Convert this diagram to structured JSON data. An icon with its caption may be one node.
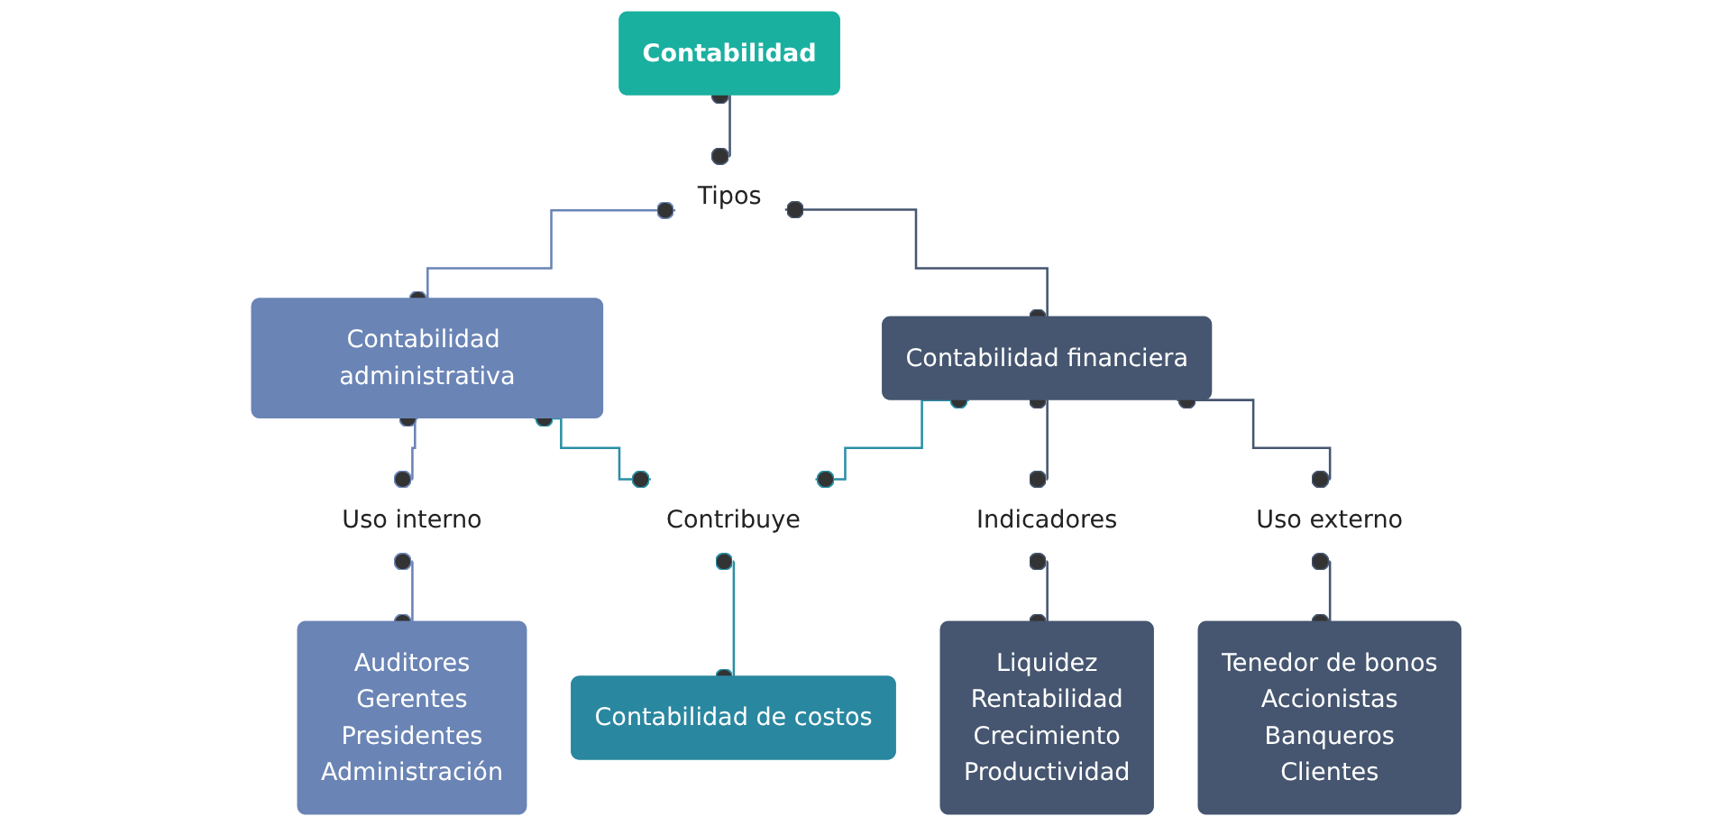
{
  "diagram": {
    "nodes": [
      {
        "text": [
          "Contabilidad"
        ]
      },
      {
        "text": [
          "Tipos"
        ]
      },
      {
        "text": [
          "Contabilidad administrativa"
        ]
      },
      {
        "text": [
          "Contabilidad financiera"
        ]
      },
      {
        "text": [
          "Uso interno"
        ]
      },
      {
        "text": [
          "Contribuye"
        ]
      },
      {
        "text": [
          "Indicadores"
        ]
      },
      {
        "text": [
          "Uso externo"
        ]
      },
      {
        "text": [
          "Auditores",
          "Gerentes",
          "Presidentes",
          "Administración"
        ]
      },
      {
        "text": [
          "Contabilidad de costos"
        ]
      },
      {
        "text": [
          "Liquidez",
          "Rentabilidad",
          "Crecimiento",
          "Productividad"
        ]
      },
      {
        "text": [
          "Tenedor de bonos",
          "Accionistas",
          "Banqueros",
          "Clientes"
        ]
      }
    ],
    "edges": [
      {
        "from": 0,
        "to": 1,
        "arrow": "other"
      },
      {
        "from": 1,
        "to": 2,
        "arrow": "other",
        "color": "#6a84b5"
      },
      {
        "from": 1,
        "to": 3,
        "arrow": "other"
      },
      {
        "from": 2,
        "to": 4,
        "arrow": "other",
        "color": "#6a84b5"
      },
      {
        "from": 4,
        "to": 8,
        "arrow": "other",
        "color": "#6a84b5"
      },
      {
        "from": 2,
        "to": 5,
        "arrow": "other",
        "color": "#2a8fa5"
      },
      {
        "from": 3,
        "to": 5,
        "arrow": "other",
        "color": "#2a8fa5"
      },
      {
        "from": 5,
        "to": 9,
        "arrow": "other",
        "color": "#2a8fa5"
      },
      {
        "from": 3,
        "to": 6,
        "arrow": "other"
      },
      {
        "from": 6,
        "to": 10,
        "arrow": "other"
      },
      {
        "from": 3,
        "to": 7,
        "arrow": "other"
      },
      {
        "from": 7,
        "to": 11,
        "arrow": "other"
      }
    ]
  }
}
